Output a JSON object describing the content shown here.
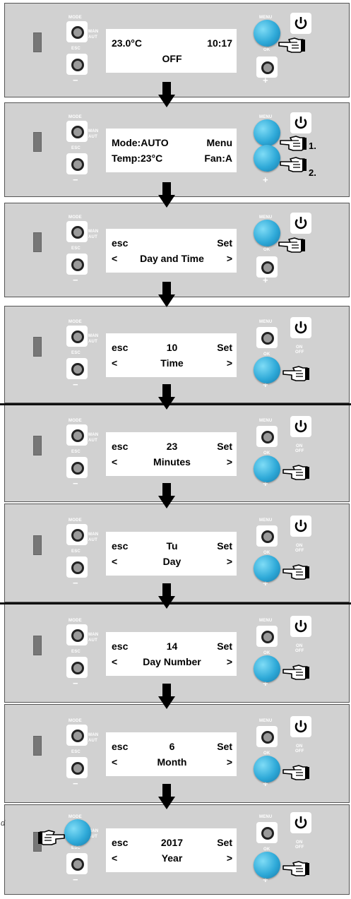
{
  "labels": {
    "mode": "MODE",
    "man": "MAN",
    "aut": "AUT",
    "esc": "ESC",
    "menu": "MENU",
    "ok": "OK",
    "on": "ON",
    "off": "OFF",
    "minus": "−",
    "plus": "+"
  },
  "steps": [
    {
      "l1": "23.0°C",
      "r1": "10:17",
      "c1": "",
      "l2": "",
      "c2": "OFF",
      "r2": "",
      "okBlue": false,
      "menuBlue": true,
      "modeBlue": false,
      "notes": []
    },
    {
      "l1": "Mode:AUTO",
      "r1": "Menu",
      "c1": "",
      "l2": "Temp:23°C",
      "c2": "",
      "r2": "Fan:A",
      "okBlue": true,
      "menuBlue": true,
      "modeBlue": false,
      "notes": [
        "1.",
        "2."
      ]
    },
    {
      "l1": "esc",
      "r1": "Set",
      "c1": "",
      "l2": "<",
      "c2": "Day and Time",
      "r2": ">",
      "okBlue": false,
      "menuBlue": true,
      "modeBlue": false,
      "notes": []
    },
    {
      "l1": "esc",
      "r1": "Set",
      "c1": "10",
      "l2": "<",
      "c2": "Time",
      "r2": ">",
      "okBlue": true,
      "menuBlue": false,
      "modeBlue": false,
      "notes": []
    },
    {
      "l1": "esc",
      "r1": "Set",
      "c1": "23",
      "l2": "<",
      "c2": "Minutes",
      "r2": ">",
      "okBlue": true,
      "menuBlue": false,
      "modeBlue": false,
      "notes": []
    },
    {
      "l1": "esc",
      "r1": "Set",
      "c1": "Tu",
      "l2": "<",
      "c2": "Day",
      "r2": ">",
      "okBlue": true,
      "menuBlue": false,
      "modeBlue": false,
      "notes": []
    },
    {
      "l1": "esc",
      "r1": "Set",
      "c1": "14",
      "l2": "<",
      "c2": "Day Number",
      "r2": ">",
      "okBlue": true,
      "menuBlue": false,
      "modeBlue": false,
      "notes": []
    },
    {
      "l1": "esc",
      "r1": "Set",
      "c1": "6",
      "l2": "<",
      "c2": "Month",
      "r2": ">",
      "okBlue": true,
      "menuBlue": false,
      "modeBlue": false,
      "notes": []
    },
    {
      "l1": "esc",
      "r1": "Set",
      "c1": "2017",
      "l2": "<",
      "c2": "Year",
      "r2": ">",
      "okBlue": true,
      "menuBlue": false,
      "modeBlue": true,
      "notes": []
    }
  ],
  "fragment": "d"
}
